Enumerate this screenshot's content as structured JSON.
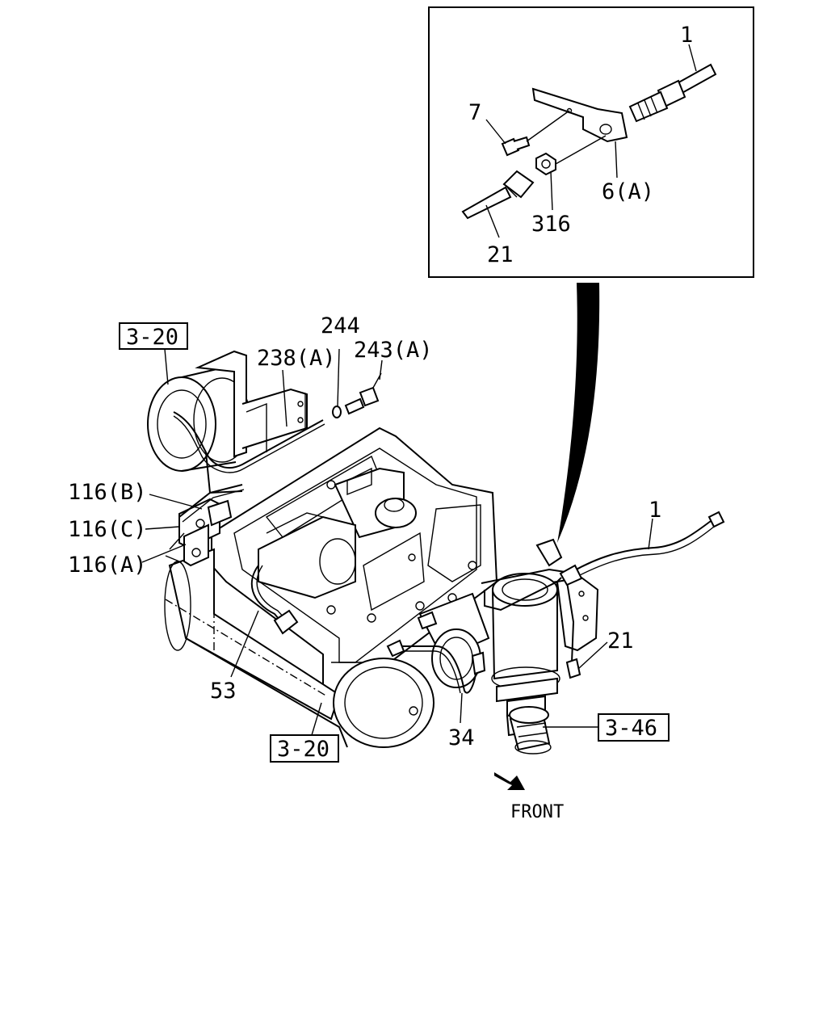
{
  "callouts": {
    "c1_inset": "1",
    "c7": "7",
    "c6a": "6(A)",
    "c316": "316",
    "c21_inset": "21",
    "c244": "244",
    "c238a": "238(A)",
    "c243a": "243(A)",
    "c116b": "116(B)",
    "c116c": "116(C)",
    "c116a": "116(A)",
    "c1_main": "1",
    "c21_main": "21",
    "c53": "53",
    "c34": "34"
  },
  "refs": {
    "ref_320_top": "3-20",
    "ref_320_bottom": "3-20",
    "ref_346": "3-46"
  },
  "direction": {
    "front_label": "FRONT"
  }
}
